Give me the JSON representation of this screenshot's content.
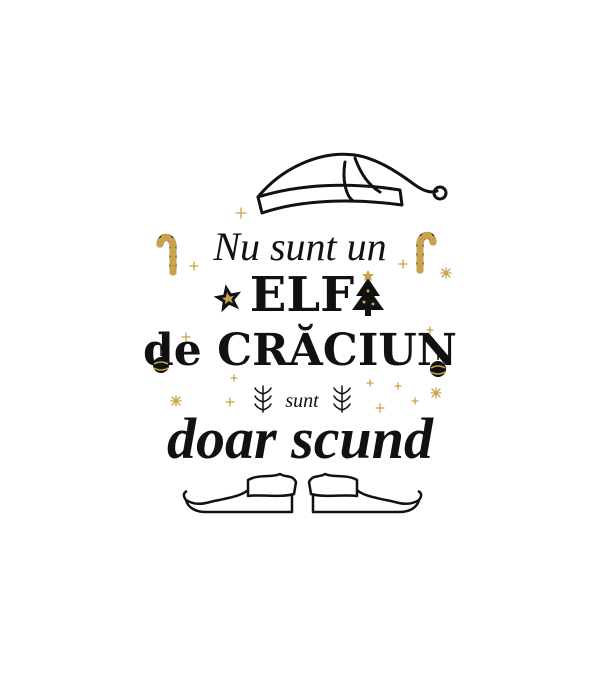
{
  "design": {
    "line1": "Nu sunt un",
    "line2": "ELF",
    "line3": "de CRĂCIUN",
    "line4": "sunt",
    "line5": "doar scund"
  },
  "icons": {
    "hat": "santa-hat-icon",
    "candy_cane": "candy-cane-icon",
    "star": "star-icon",
    "tree": "christmas-tree-icon",
    "ornament": "ornament-icon",
    "sparkle": "sparkle-icon",
    "twig": "twig-icon",
    "boot": "elf-boot-icon"
  },
  "colors": {
    "ink": "#111111",
    "gold": "#c9a24a",
    "background": "#ffffff"
  }
}
